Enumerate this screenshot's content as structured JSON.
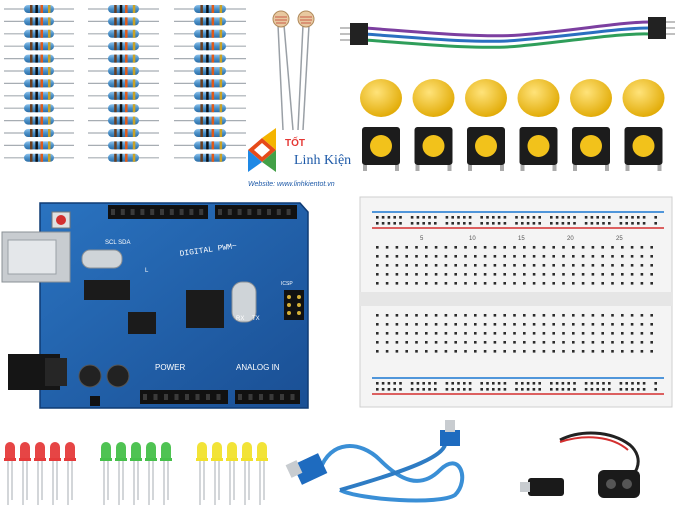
{
  "logo": {
    "brand_top": "TỐT",
    "brand_name": "Linh Kiện",
    "website": "Website: www.linhkientot.vn"
  },
  "arduino": {
    "digital_label": "DIGITAL PWM~",
    "power_label": "POWER",
    "analog_label": "ANALOG IN",
    "aref_label": "SCL SDA",
    "rx_label": "RX",
    "tx_label": "TX",
    "l_label": "L",
    "icsp_label": "ICSP"
  },
  "breadboard": {
    "col_numbers": [
      "5",
      "10",
      "15",
      "20",
      "25"
    ]
  },
  "components": {
    "resistor_color": "#4a90c8",
    "button_cap_color": "#f2c21b",
    "led_red": "#e53b3b",
    "led_green": "#46c04a",
    "led_yellow": "#f1e12c",
    "usb_cable_color": "#3a8fd6",
    "board_color": "#1f5fa8"
  }
}
